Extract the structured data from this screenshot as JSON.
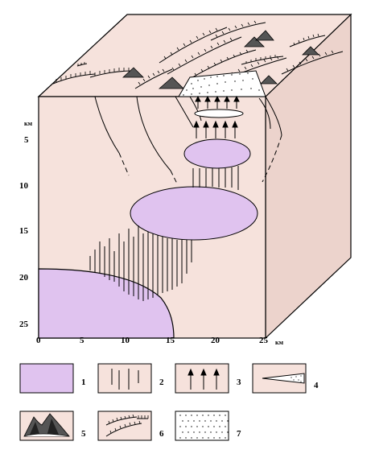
{
  "colors": {
    "block_fill": "#f6e2dc",
    "block_side": "#ecd3cc",
    "magma": "#e0c3ef",
    "stroke": "#000000"
  },
  "depth_axis": {
    "unit": "км",
    "ticks": [
      "5",
      "10",
      "15",
      "20",
      "25"
    ]
  },
  "distance_axis": {
    "unit": "км",
    "ticks": [
      "0",
      "5",
      "10",
      "15",
      "20",
      "25"
    ]
  },
  "legend": [
    {
      "number": "1",
      "symbol": "magma-chamber-icon"
    },
    {
      "number": "2",
      "symbol": "vertical-dikes-icon"
    },
    {
      "number": "3",
      "symbol": "upward-arrows-icon"
    },
    {
      "number": "4",
      "symbol": "wedge-icon"
    },
    {
      "number": "5",
      "symbol": "volcanoes-icon"
    },
    {
      "number": "6",
      "symbol": "faults-icon"
    },
    {
      "number": "7",
      "symbol": "dotted-deposit-icon"
    }
  ]
}
